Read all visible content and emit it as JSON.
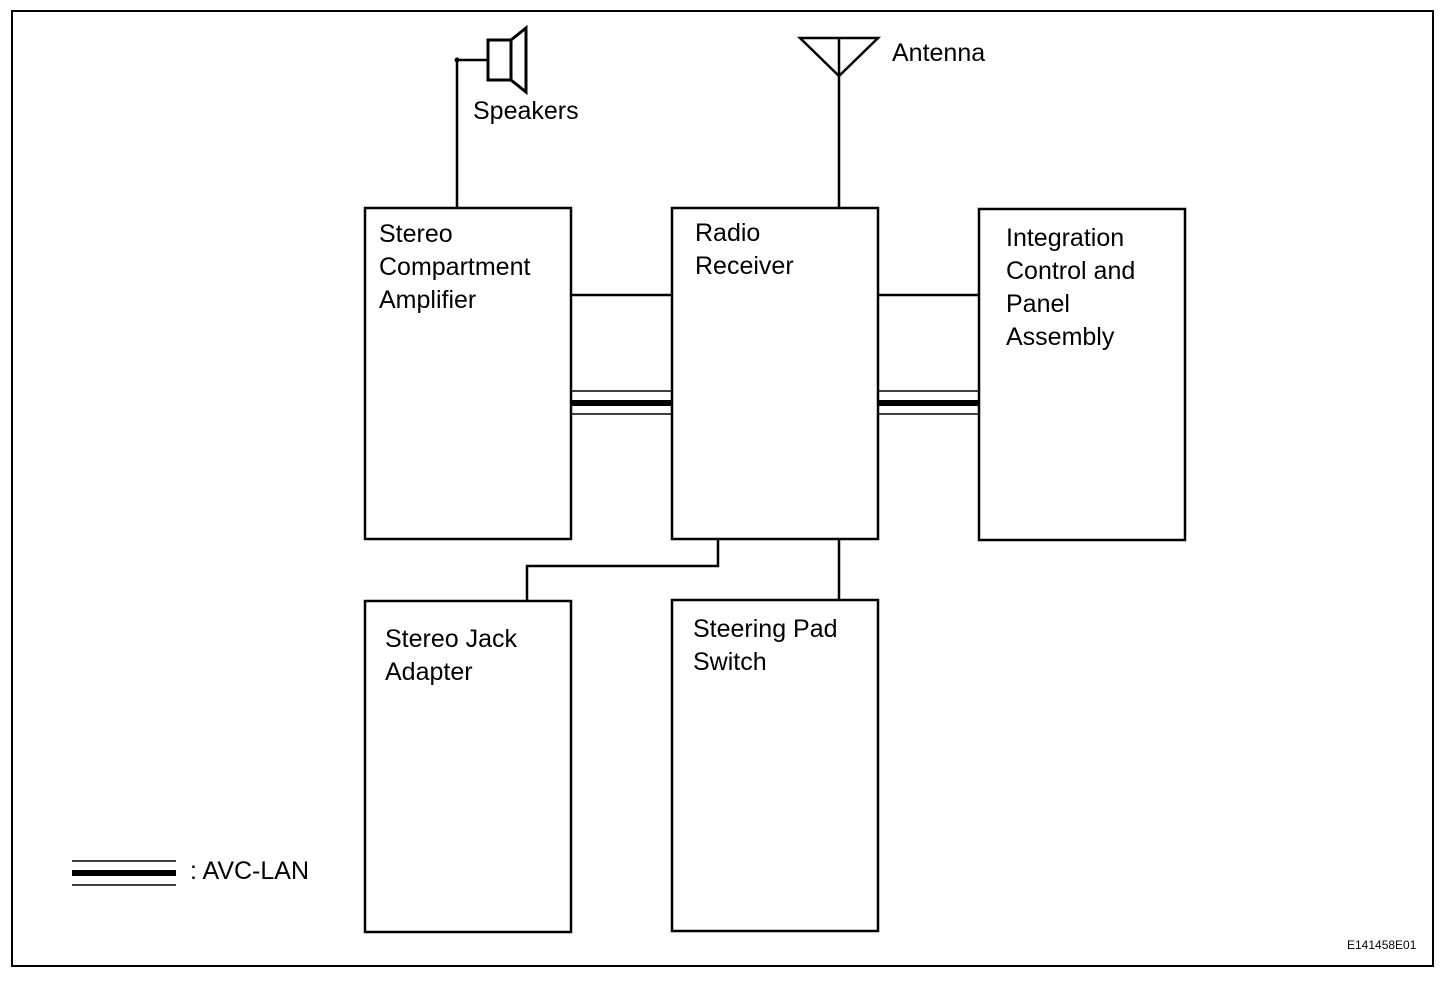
{
  "diagram": {
    "components": {
      "stereo_amplifier": "Stereo\nCompartment\nAmplifier",
      "radio_receiver": "Radio\nReceiver",
      "integration_panel": "Integration\nControl and\nPanel\nAssembly",
      "stereo_jack": "Stereo Jack\nAdapter",
      "steering_pad": "Steering Pad\nSwitch"
    },
    "labels": {
      "speakers": "Speakers",
      "antenna": "Antenna"
    },
    "legend": {
      "avc_lan": ": AVC-LAN"
    },
    "figure_code": "E141458E01"
  }
}
